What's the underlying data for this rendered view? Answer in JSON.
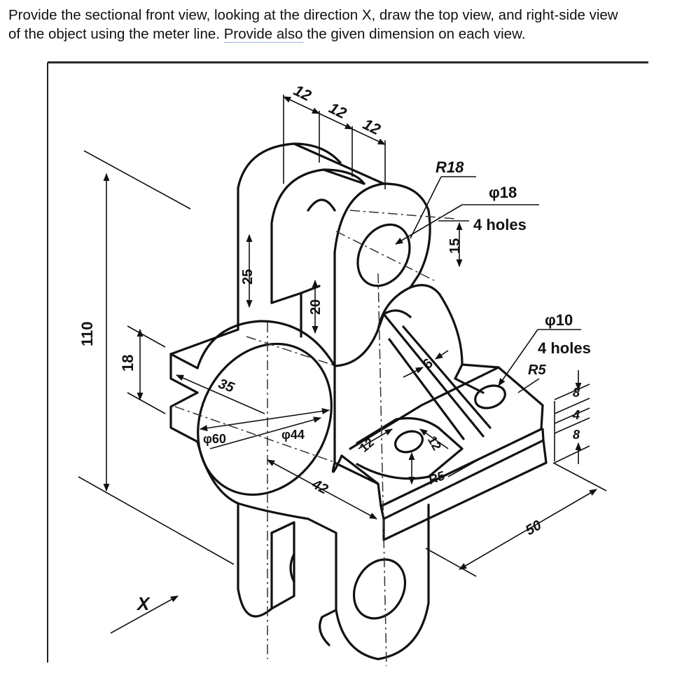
{
  "question": {
    "line1": "Provide the sectional front view, looking at the direction X, draw the top view, and right-side view",
    "line2_before": "of the object using the meter line. ",
    "line2_link": "Provide also",
    "line2_after": " the given dimension on each view."
  },
  "dimensions": {
    "d12a": "12",
    "d12b": "12",
    "d12c": "12",
    "r18": "R18",
    "phi18": "φ18",
    "holes4a": "4 holes",
    "d15": "15",
    "d25": "25",
    "d20": "20",
    "d110": "110",
    "d18": "18",
    "phi10": "φ10",
    "holes4b": "4 holes",
    "r5a": "R5",
    "d6": "6",
    "d35": "35",
    "phi60": "φ60",
    "phi44": "φ44",
    "d12d": "12",
    "d12e": "12",
    "r5b": "R5",
    "d42": "42",
    "d8a": "8",
    "d4": "4",
    "d8b": "8",
    "d50": "50",
    "x": "X"
  }
}
